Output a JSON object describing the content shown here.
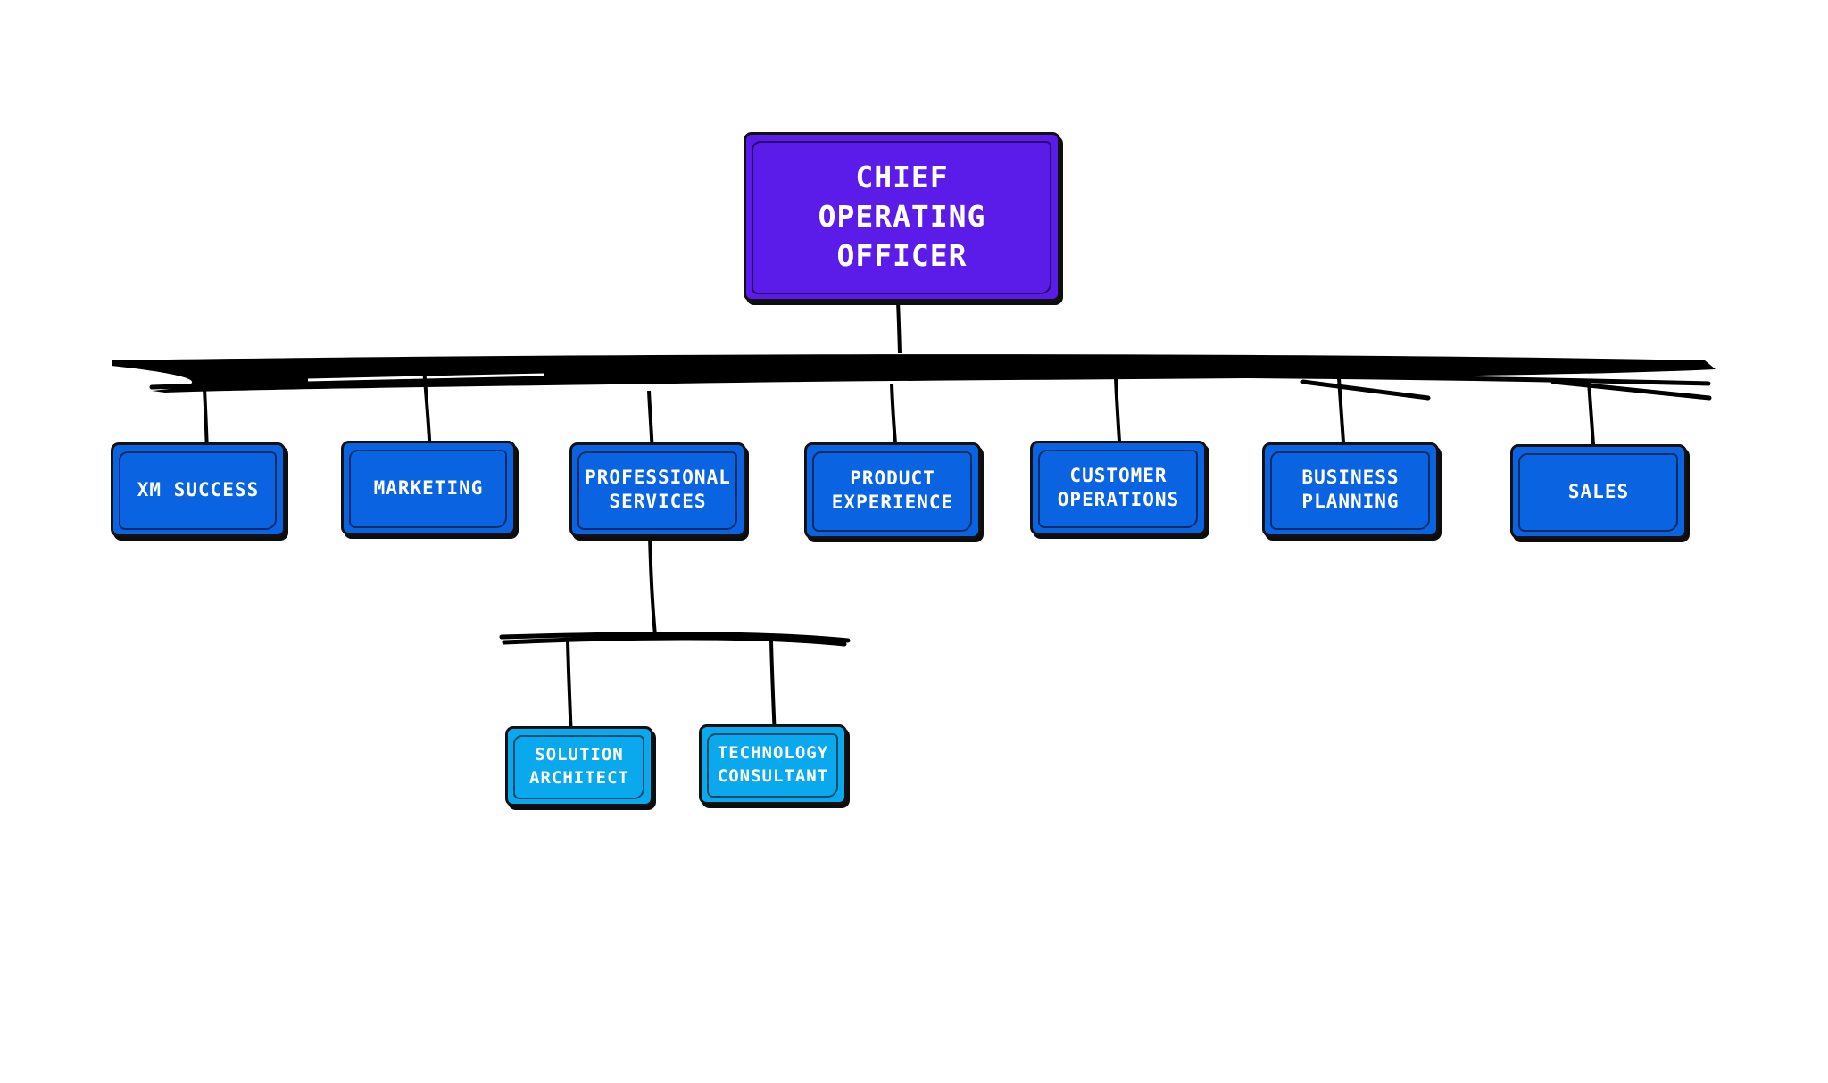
{
  "org_chart": {
    "root": {
      "label": "CHIEF\nOPERATING\nOFFICER",
      "color": "#5b1be8"
    },
    "departments": [
      {
        "label": "XM SUCCESS"
      },
      {
        "label": "MARKETING"
      },
      {
        "label": "PROFESSIONAL\nSERVICES"
      },
      {
        "label": "PRODUCT\nEXPERIENCE"
      },
      {
        "label": "CUSTOMER\nOPERATIONS"
      },
      {
        "label": "BUSINESS\nPLANNING"
      },
      {
        "label": "SALES"
      }
    ],
    "department_color": "#0a63e0",
    "sub_roles": [
      {
        "label": "SOLUTION\nARCHITECT"
      },
      {
        "label": "TECHNOLOGY\nCONSULTANT"
      }
    ],
    "sub_role_color": "#0aa8ec",
    "connector_color": "#000000"
  }
}
